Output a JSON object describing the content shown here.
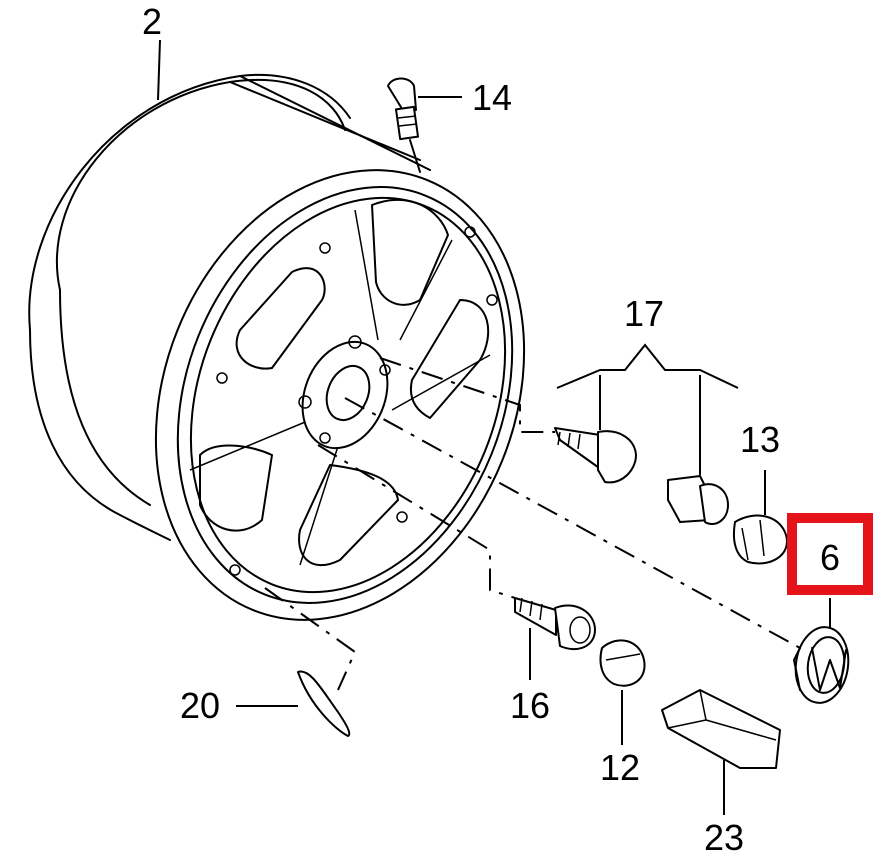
{
  "diagram": {
    "callouts": [
      {
        "id": "2",
        "label": "2"
      },
      {
        "id": "14",
        "label": "14"
      },
      {
        "id": "17",
        "label": "17"
      },
      {
        "id": "13",
        "label": "13"
      },
      {
        "id": "6",
        "label": "6"
      },
      {
        "id": "20",
        "label": "20"
      },
      {
        "id": "16",
        "label": "16"
      },
      {
        "id": "12",
        "label": "12"
      },
      {
        "id": "23",
        "label": "23"
      }
    ],
    "highlight_color": "#e5141b",
    "highlighted_callout": "6"
  }
}
